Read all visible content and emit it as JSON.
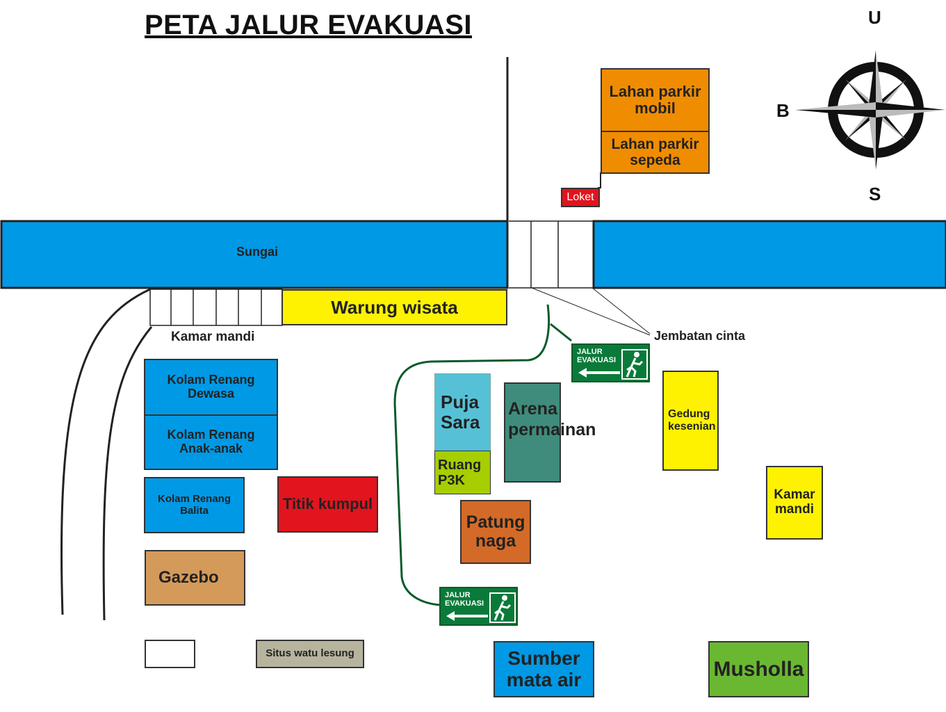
{
  "title": "PETA JALUR EVAKUASI",
  "compass": {
    "north": "U",
    "west": "B",
    "south": "S"
  },
  "areas": {
    "parkir_mobil": "Lahan parkir\nmobil",
    "parkir_sepeda": "Lahan parkir\nsepeda",
    "loket": "Loket",
    "sungai": "Sungai",
    "warung": "Warung wisata",
    "kamar_mandi_1": "Kamar mandi",
    "jembatan": "Jembatan cinta",
    "kolam_dewasa": "Kolam Renang\nDewasa",
    "kolam_anak": "Kolam Renang\nAnak-anak",
    "kolam_balita": "Kolam Renang\nBalita",
    "titik_kumpul": "Titik kumpul",
    "gazebo": "Gazebo",
    "situs": "Situs watu lesung",
    "puja_sara": "Puja\nSara",
    "ruang_p3k": "Ruang\nP3K",
    "arena": "Arena\npermainan",
    "patung": "Patung\nnaga",
    "gedung": "Gedung\nkesenian",
    "kamar_mandi_2": "Kamar\nmandi",
    "sumber": "Sumber\nmata air",
    "musholla": "Musholla"
  },
  "signs": {
    "exit_text": "JALUR\nEVAKUASI"
  },
  "colors": {
    "water": "#0099e5",
    "orange": "#f08c00",
    "red": "#e2141e",
    "yellow": "#fff200",
    "teal": "#4aa89a",
    "cyan": "#56c1d6",
    "lime": "#a6ce00",
    "copper": "#d46a28",
    "tan": "#d49a5a",
    "khaki": "#b7b49e",
    "green": "#6ab832",
    "exit": "#0a7a3a"
  }
}
